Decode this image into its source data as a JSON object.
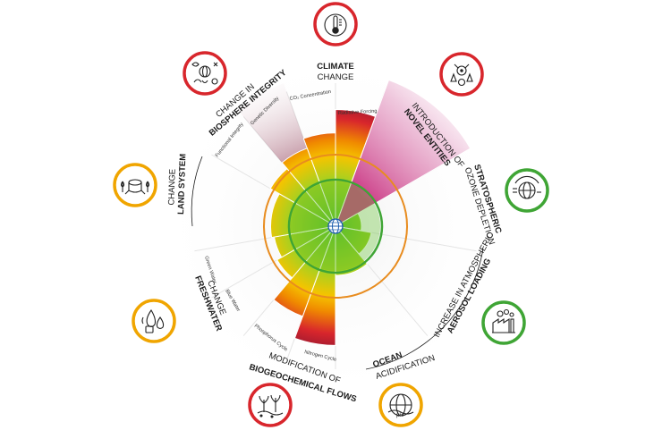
{
  "colors": {
    "safe": "#3fa535",
    "increasing": "#f0a500",
    "high": "#d8262c",
    "novel": "#e5a9c9",
    "boundary_ring": "#e88c1f"
  },
  "boundaries": {
    "climate": {
      "title_line1": "CLIMATE",
      "title_line2": "CHANGE",
      "status": "high",
      "icon": "thermometer-globe-icon"
    },
    "novel_entities": {
      "title_line1": "INTRODUCTION OF",
      "title_line2": "NOVEL ENTITIES",
      "status": "high",
      "icon": "hazard-flasks-icon"
    },
    "ozone": {
      "title_line1": "STRATOSPHERIC",
      "title_line2": "OZONE DEPLETION",
      "status": "safe",
      "icon": "ozone-globe-icon"
    },
    "aerosol": {
      "title_line1": "INCREASE IN ATMOSPHERIC",
      "title_line2": "AEROSOL LOADING",
      "status": "safe",
      "icon": "factory-smoke-icon"
    },
    "ocean": {
      "title_line1": "OCEAN",
      "title_line2": "ACIDIFICATION",
      "status": "increasing",
      "icon": "ph-globe-icon"
    },
    "biogeochemical": {
      "title_line1": "MODIFICATION OF",
      "title_line2": "BIOGEOCHEMICAL FLOWS",
      "status": "high",
      "icon": "plants-nutrient-icon"
    },
    "freshwater": {
      "title_line1": "FRESHWATER",
      "title_line2": "CHANGE",
      "status": "increasing",
      "icon": "water-drops-icon"
    },
    "land": {
      "title_line1": "LAND SYSTEM",
      "title_line2": "CHANGE",
      "status": "increasing",
      "icon": "tree-stump-icon"
    },
    "biosphere": {
      "title_line1": "CHANGE IN",
      "title_line2": "BIOSPHERE INTEGRITY",
      "status": "high",
      "icon": "biodiversity-icon"
    }
  },
  "sub_labels": {
    "radiative_forcing": "Radiative Forcing",
    "co2_concentration": "CO₂ Concentration",
    "genetic_diversity": "Genetic Diversity",
    "functional_integrity": "Functional Integrity",
    "green_water": "Green Water",
    "blue_water": "Blue Water",
    "phosphorus_cycle": "Phosphorus Cycle",
    "nitrogen_cycle": "Nitrogen Cycle"
  },
  "segment_levels": {
    "radiative_forcing": 2.25,
    "co2_concentration": 1.8,
    "genetic_diversity": 1.6,
    "functional_integrity": 1.45,
    "novel_entities": 3.0,
    "ozone": 0.5,
    "aerosol": 0.7,
    "ocean": 0.95,
    "nitrogen_cycle": 2.3,
    "phosphorus_cycle": 1.85,
    "blue_water": 1.3,
    "green_water": 1.2,
    "land": 1.25
  }
}
